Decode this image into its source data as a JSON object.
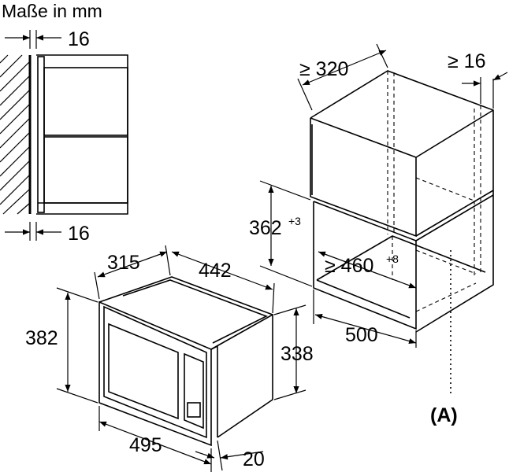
{
  "title": "Maße in mm",
  "dims": {
    "gap_top": "16",
    "gap_bottom": "16",
    "depth_min": "≥ 320",
    "side_min": "≥ 16",
    "height_value": "362",
    "height_tol": "+3",
    "width_value": "≥ 460",
    "width_tol": "+8",
    "depth_cut": "500",
    "oven_depth": "315",
    "oven_front_width": "442",
    "oven_height": "382",
    "oven_body_height": "338",
    "oven_width": "495",
    "frame_depth": "20"
  },
  "callout": "(A)"
}
